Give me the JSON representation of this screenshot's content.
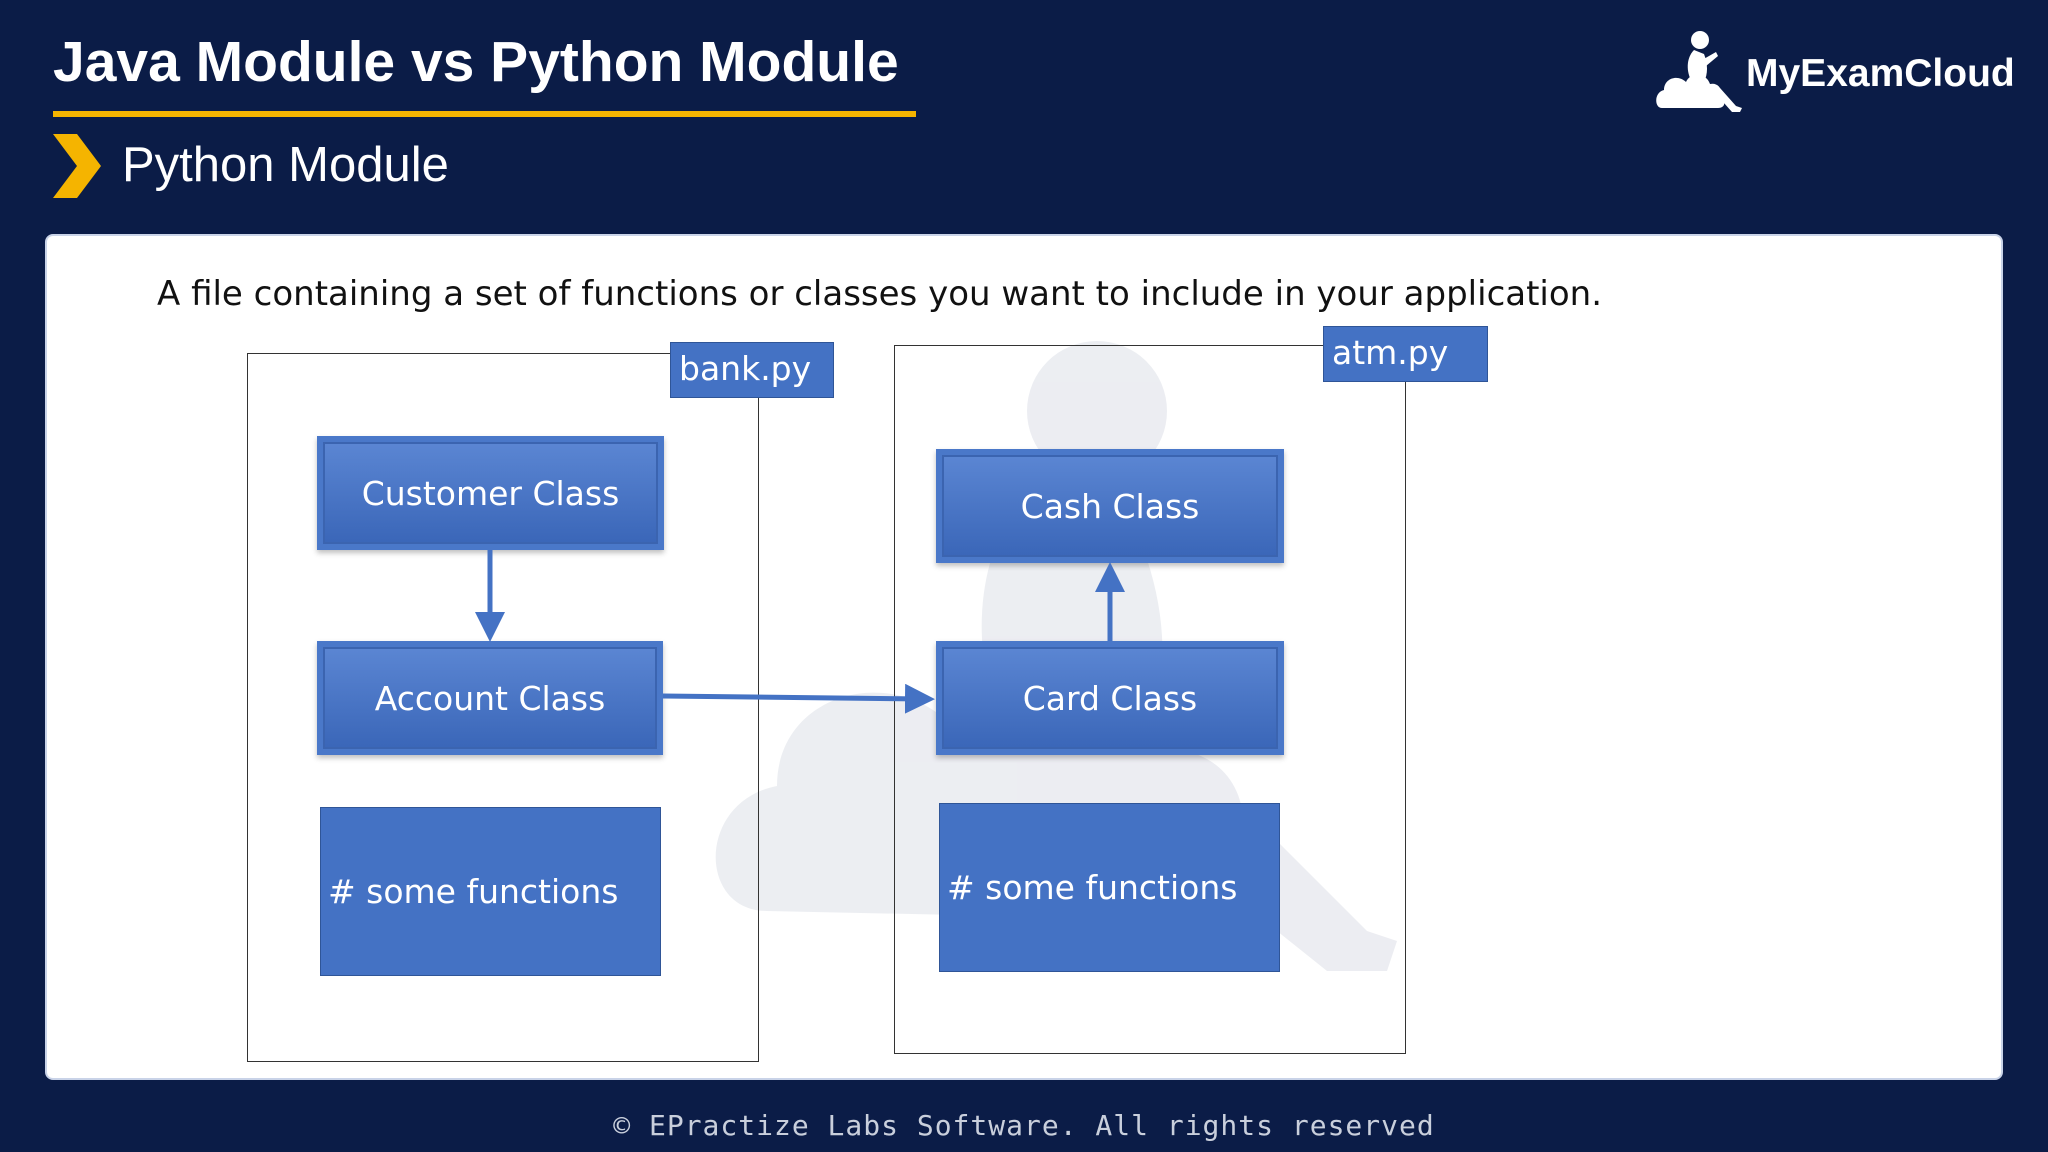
{
  "header": {
    "title": "Java Module vs Python Module",
    "subtitle": "Python Module"
  },
  "brand": {
    "name": "MyExamCloud",
    "logo_icon": "reader-on-cloud-icon"
  },
  "slide": {
    "intro": "A file containing a set of functions or classes you want to include in your application.",
    "modules": [
      {
        "file": "bank.py",
        "classes": [
          "Customer Class",
          "Account Class"
        ],
        "functions": "# some functions"
      },
      {
        "file": "atm.py",
        "classes": [
          "Cash Class",
          "Card Class"
        ],
        "functions": "# some functions"
      }
    ],
    "relations": [
      {
        "from": "Customer Class",
        "to": "Account Class"
      },
      {
        "from": "Account Class",
        "to": "Card Class"
      },
      {
        "from": "Card Class",
        "to": "Cash Class"
      }
    ]
  },
  "footer": {
    "copyright": "© EPractize Labs Software. All rights reserved"
  },
  "colors": {
    "background": "#0b1c47",
    "accent": "#f5b400",
    "box_fill": "#4472c4",
    "arrow": "#4472c4"
  }
}
